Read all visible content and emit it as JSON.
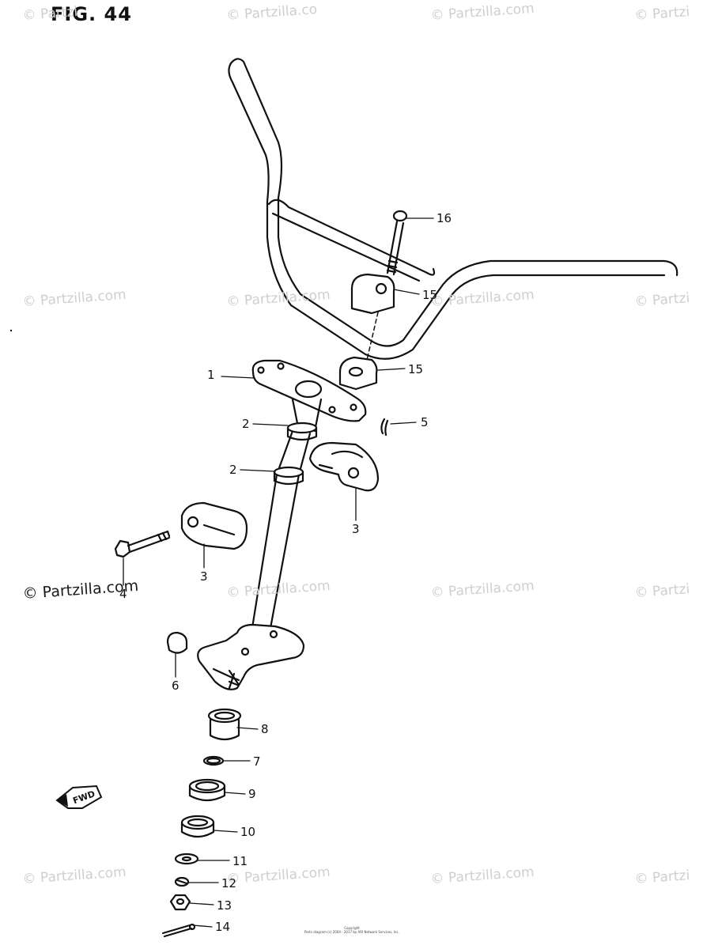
{
  "figure": {
    "title": "FIG. 44"
  },
  "watermarks": {
    "text": "© Partzilla.com",
    "short_a": "© Partzilla.co",
    "short_b": "© Partzi"
  },
  "callouts": {
    "c1": "1",
    "c2a": "2",
    "c2b": "2",
    "c3a": "3",
    "c3b": "3",
    "c4": "4",
    "c5": "5",
    "c6": "6",
    "c7": "7",
    "c8": "8",
    "c9": "9",
    "c10": "10",
    "c11": "11",
    "c12": "12",
    "c13": "13",
    "c14": "14",
    "c15a": "15",
    "c15b": "15",
    "c16": "16"
  },
  "fwd_label": "FWD",
  "footer": {
    "line1": "Copyright",
    "line2": "Parts diagram (c) 2004 - 2017 by ARI Network Services, Inc."
  }
}
